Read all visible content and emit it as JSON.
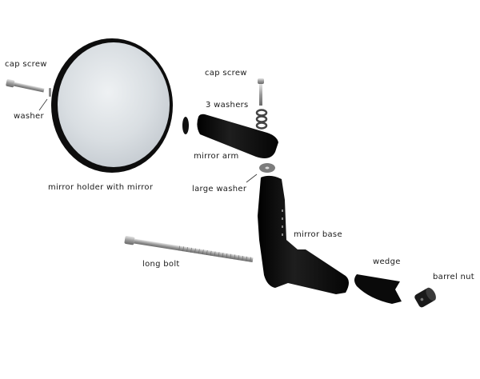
{
  "diagram": {
    "type": "exploded-parts-view",
    "subject": "bar-end mirror assembly",
    "labels": {
      "cap_screw_left": "cap screw",
      "washer": "washer",
      "mirror_holder": "mirror holder with mirror",
      "cap_screw_right": "cap screw",
      "three_washers": "3 washers",
      "mirror_arm": "mirror arm",
      "large_washer": "large washer",
      "mirror_base": "mirror base",
      "long_bolt": "long bolt",
      "wedge": "wedge",
      "barrel_nut": "barrel nut"
    },
    "colors": {
      "background": "#ffffff",
      "part_black": "#0c0c0c",
      "metal": "#a9a9a9",
      "mirror_glass": "#dde2e6",
      "label_text": "#1a1a1a"
    }
  }
}
